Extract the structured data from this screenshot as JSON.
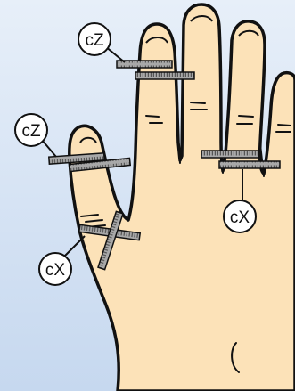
{
  "colors": {
    "background_top": "#e7eff9",
    "background_bottom": "#c6d8ef",
    "skin": "#fce2b8",
    "outline": "#111111",
    "splint": "#a8a8a8",
    "splint_tick": "#4a4a4a",
    "label_fill": "#ffffff"
  },
  "labels": {
    "thumb_top": "cZ",
    "thumb_bottom": "cX",
    "index_top": "cZ",
    "ring_bottom": "cX"
  },
  "shapes": {
    "hand": "hand-outline",
    "splint": "strip-splint-with-ticks"
  }
}
